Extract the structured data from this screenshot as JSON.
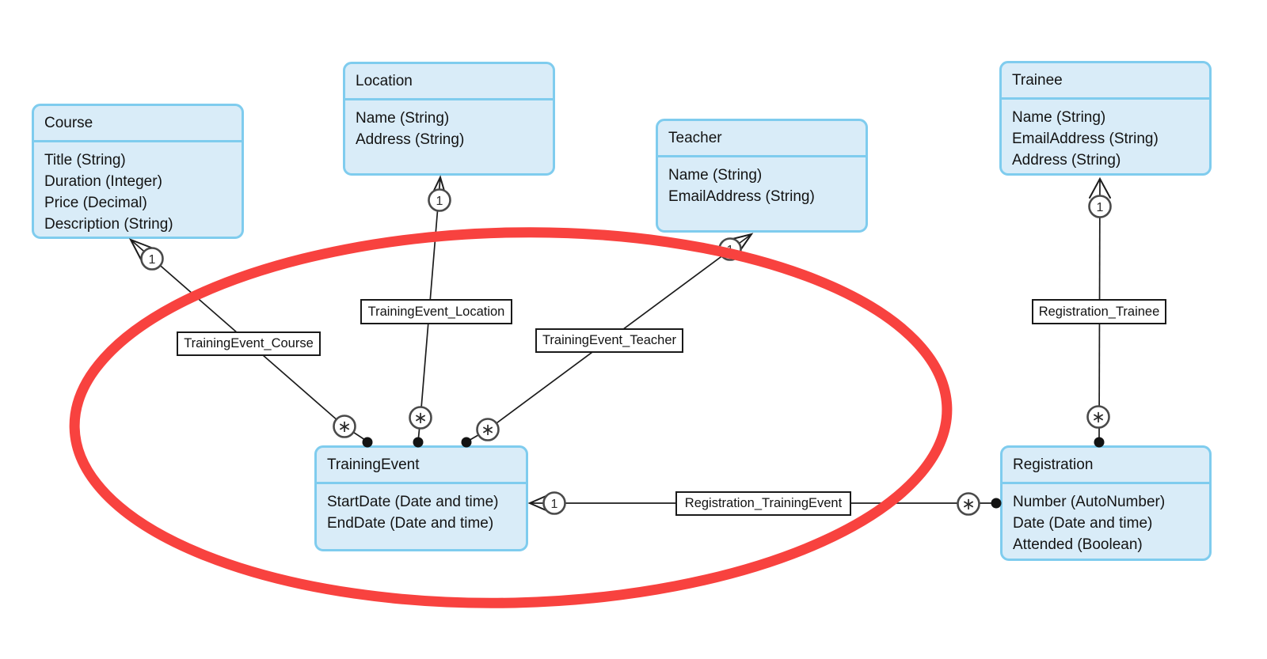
{
  "diagram": {
    "entities": [
      {
        "title": "Course",
        "attributes": [
          "Title (String)",
          "Duration (Integer)",
          "Price (Decimal)",
          "Description (String)"
        ]
      },
      {
        "title": "Location",
        "attributes": [
          "Name (String)",
          "Address (String)"
        ]
      },
      {
        "title": "Teacher",
        "attributes": [
          "Name (String)",
          "EmailAddress (String)"
        ]
      },
      {
        "title": "Trainee",
        "attributes": [
          "Name (String)",
          "EmailAddress (String)",
          "Address (String)"
        ]
      },
      {
        "title": "TrainingEvent",
        "attributes": [
          "StartDate (Date and time)",
          "EndDate (Date and time)"
        ]
      },
      {
        "title": "Registration",
        "attributes": [
          "Number (AutoNumber)",
          "Date (Date and time)",
          "Attended (Boolean)"
        ]
      }
    ],
    "relationships": [
      {
        "label": "TrainingEvent_Course",
        "one_end": "Course",
        "many_end": "TrainingEvent"
      },
      {
        "label": "TrainingEvent_Location",
        "one_end": "Location",
        "many_end": "TrainingEvent"
      },
      {
        "label": "TrainingEvent_Teacher",
        "one_end": "Teacher",
        "many_end": "TrainingEvent"
      },
      {
        "label": "Registration_Trainee",
        "one_end": "Trainee",
        "many_end": "Registration"
      },
      {
        "label": "Registration_TrainingEvent",
        "one_end": "TrainingEvent",
        "many_end": "Registration"
      }
    ],
    "symbols": {
      "one": "1",
      "many": "∗"
    },
    "colors": {
      "entity_fill": "#d9ecf8",
      "entity_border": "#7fccee",
      "connector": "#1c1c1c",
      "label_border": "#1a1a1a",
      "highlight_ellipse": "#f8423f"
    }
  }
}
